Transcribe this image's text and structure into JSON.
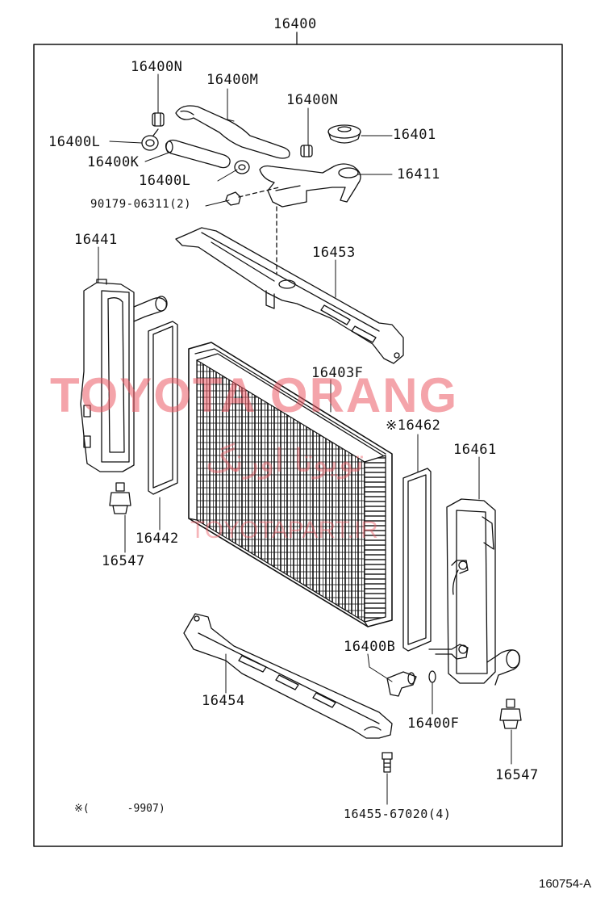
{
  "diagram": {
    "main_label": "16400",
    "labels": {
      "n1": "16400N",
      "m": "16400M",
      "n2": "16400N",
      "l1": "16400L",
      "k": "16400K",
      "l2": "16400L",
      "bolt": "90179-06311(2)",
      "cap": "16401",
      "inlet": "16411",
      "tank_left": "16441",
      "support_upper": "16453",
      "core": "16403F",
      "gasket_left": "16442",
      "gasket_right": "※16462",
      "tank_right": "16461",
      "cushion_left": "16547",
      "drain_cock": "16400B",
      "support_lower": "16454",
      "oring": "16400F",
      "cushion_right": "16547",
      "bolt_lower": "16455-67020(4)"
    },
    "note": "※(      -9907)",
    "figure_code": "160754-A"
  },
  "watermark": {
    "latin": "TOYOTA ORANG",
    "arabic": "تویوتا اورنگ",
    "url": "TOYOTAPART.IR",
    "color": "#eb5a64"
  }
}
